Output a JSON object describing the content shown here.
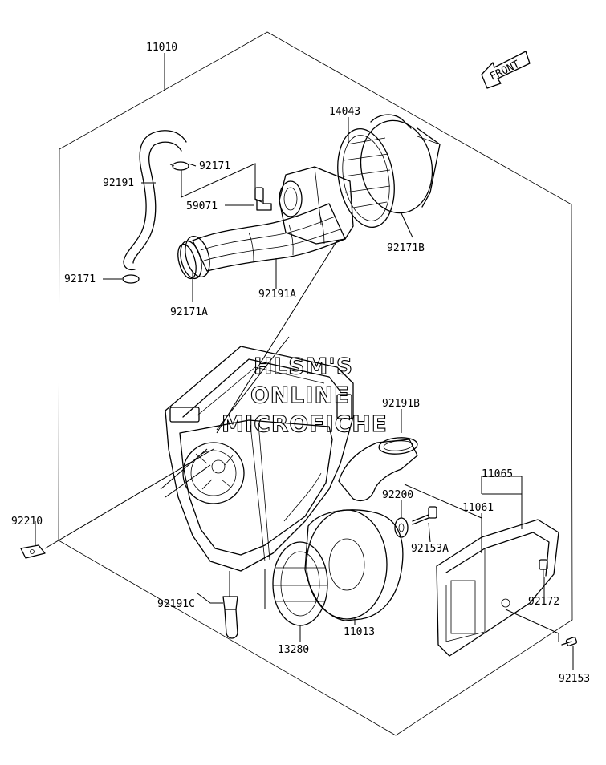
{
  "watermark": {
    "line1": "HLSM'S",
    "line2": "ONLINE",
    "line3": "MICROFICHE"
  },
  "front_arrow": {
    "label": "FRONT"
  },
  "part_labels": {
    "p11010": "11010",
    "p14043": "14043",
    "p92171_top": "92171",
    "p59071": "59071",
    "p92191": "92191",
    "p92171_left": "92171",
    "p92171B": "92171B",
    "p92171A": "92171A",
    "p92191A": "92191A",
    "p92191B": "92191B",
    "p11065": "11065",
    "p11061": "11061",
    "p92200": "92200",
    "p92210": "92210",
    "p92153A": "92153A",
    "p92172": "92172",
    "p92191C": "92191C",
    "p11013": "11013",
    "p13280": "13280",
    "p92153": "92153"
  }
}
